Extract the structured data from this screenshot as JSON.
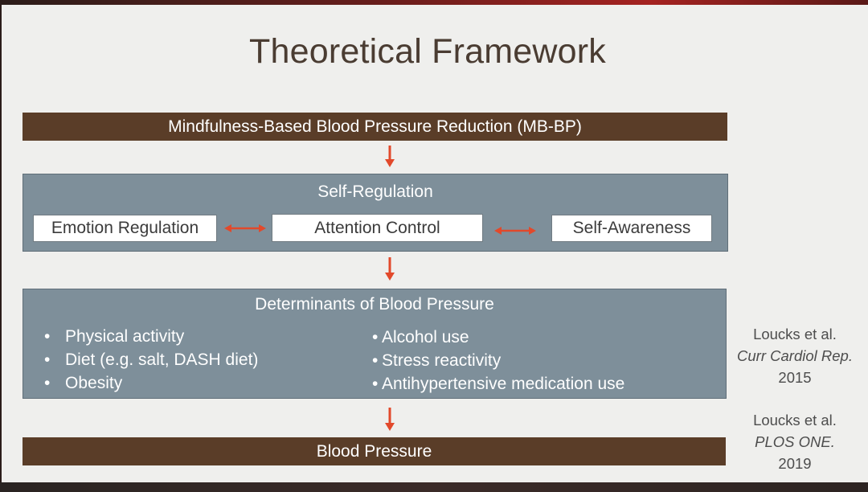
{
  "slide": {
    "title": "Theoretical Framework"
  },
  "top_bar": {
    "label": "Mindfulness-Based Blood Pressure Reduction (MB-BP)"
  },
  "self_regulation": {
    "heading": "Self-Regulation",
    "items": [
      "Emotion Regulation",
      "Attention Control",
      "Self-Awareness"
    ]
  },
  "determinants": {
    "heading": "Determinants of Blood Pressure",
    "left_items": [
      "Physical activity",
      "Diet (e.g. salt, DASH diet)",
      "Obesity"
    ],
    "right_items": [
      "Alcohol use",
      "Stress reactivity",
      "Antihypertensive medication use"
    ]
  },
  "bottom_bar": {
    "label": "Blood Pressure"
  },
  "citations": [
    {
      "authors": "Loucks et al.",
      "journal": "Curr Cardiol Rep.",
      "year": "2015"
    },
    {
      "authors": "Loucks et al.",
      "journal": "PLOS ONE.",
      "year": "2019"
    }
  ],
  "colors": {
    "bar": "#5a3d28",
    "box": "#7e8f9a",
    "arrow": "#e2492b",
    "title": "#4a3c32"
  }
}
